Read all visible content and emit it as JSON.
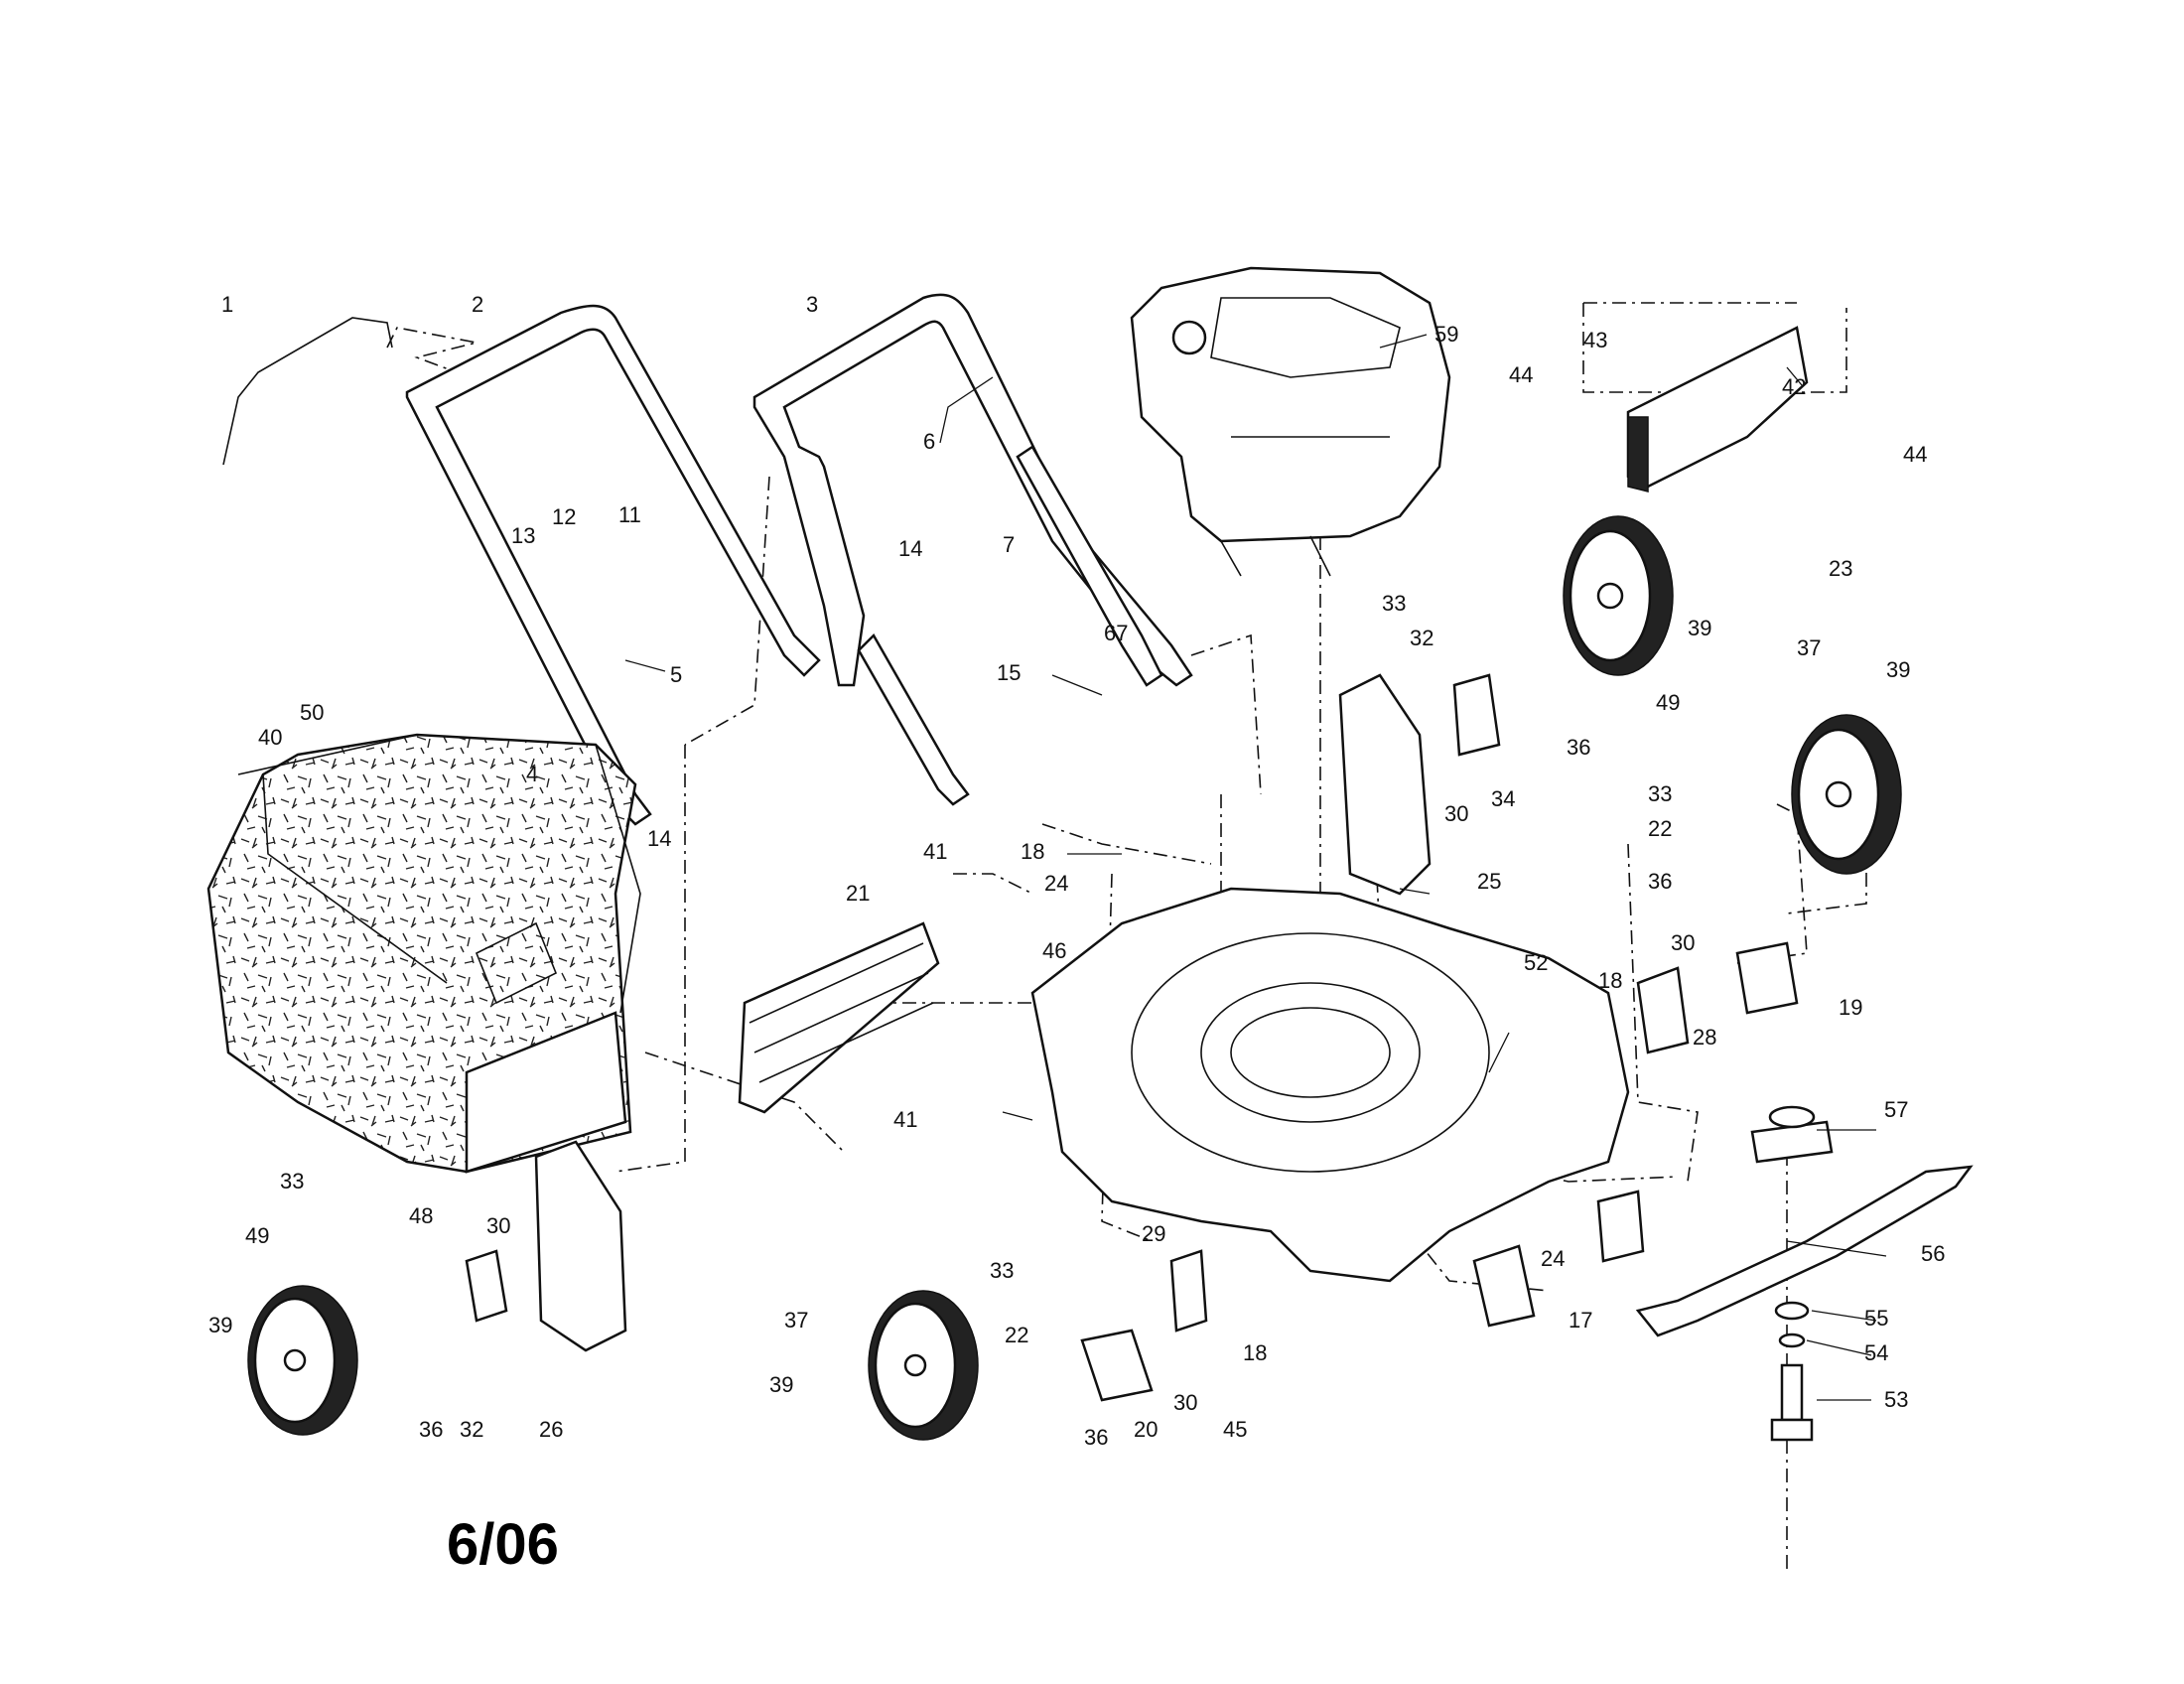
{
  "date_code": "6/06",
  "callouts": [
    "1",
    "2",
    "3",
    "4",
    "5",
    "6",
    "7",
    "11",
    "12",
    "13",
    "14",
    "14",
    "15",
    "17",
    "18",
    "18",
    "18",
    "19",
    "20",
    "21",
    "22",
    "22",
    "23",
    "24",
    "24",
    "25",
    "26",
    "28",
    "29",
    "30",
    "30",
    "30",
    "30",
    "32",
    "32",
    "33",
    "33",
    "33",
    "33",
    "34",
    "36",
    "36",
    "36",
    "36",
    "37",
    "37",
    "39",
    "39",
    "39",
    "39",
    "40",
    "41",
    "41",
    "42",
    "43",
    "44",
    "44",
    "45",
    "46",
    "48",
    "49",
    "49",
    "50",
    "52",
    "53",
    "54",
    "55",
    "56",
    "57",
    "59",
    "67"
  ]
}
